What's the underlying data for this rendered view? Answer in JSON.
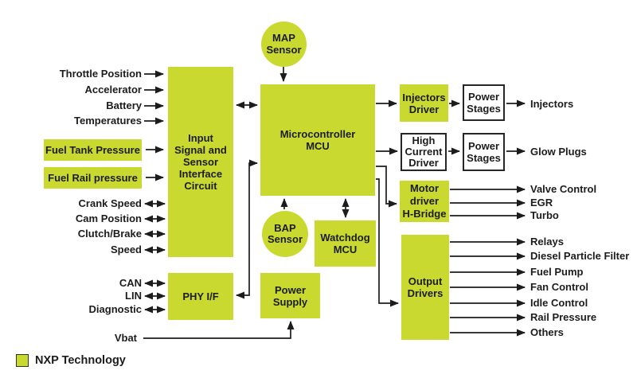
{
  "title": "ECU block diagram",
  "colors": {
    "nxp_green": "#c9d930",
    "line": "#1c1c1c",
    "text": "#1c1c1c",
    "white_box_border": "#262626"
  },
  "inputs": {
    "throttle": "Throttle Position",
    "accelerator": "Accelerator",
    "battery": "Battery",
    "temperatures": "Temperatures",
    "fuel_tank": "Fuel Tank Pressure",
    "fuel_rail": "Fuel Rail pressure",
    "crank": "Crank Speed",
    "cam": "Cam Position",
    "clutch": "Clutch/Brake",
    "speed": "Speed",
    "can": "CAN",
    "lin": "LIN",
    "diagnostic": "Diagnostic",
    "vbat": "Vbat"
  },
  "sensors": {
    "map": "MAP\nSensor",
    "bap": "BAP\nSensor"
  },
  "blocks": {
    "input_interface": "Input\nSignal and\nSensor\nInterface\nCircuit",
    "mcu": "Microcontroller\nMCU",
    "phy": "PHY I/F",
    "power_supply": "Power\nSupply",
    "watchdog": "Watchdog\nMCU",
    "injectors_driver": "Injectors\nDriver",
    "power_stages_top": "Power\nStages",
    "high_current_driver": "High\nCurrent\nDriver",
    "power_stages_mid": "Power\nStages",
    "motor_driver": "Motor\ndriver\nH-Bridge",
    "output_drivers": "Output\nDrivers"
  },
  "outputs": {
    "injectors": "Injectors",
    "glow_plugs": "Glow Plugs",
    "valve_control": "Valve Control",
    "egr": "EGR",
    "turbo": "Turbo",
    "relays": "Relays",
    "diesel_particle_filter": "Diesel Particle Filter",
    "fuel_pump": "Fuel Pump",
    "fan_control": "Fan Control",
    "idle_control": "Idle Control",
    "rail_pressure": "Rail Pressure",
    "others": "Others"
  },
  "legend": {
    "label": "NXP Technology"
  }
}
